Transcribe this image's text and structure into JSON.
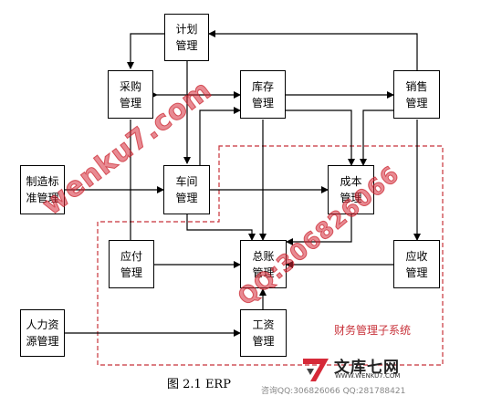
{
  "modules": {
    "plan": [
      "计划",
      "管理"
    ],
    "purchase": [
      "采购",
      "管理"
    ],
    "inventory": [
      "库存",
      "管理"
    ],
    "sales": [
      "销售",
      "管理"
    ],
    "manufacturing_std": [
      "制造标",
      "准管理"
    ],
    "workshop": [
      "车间",
      "管理"
    ],
    "cost": [
      "成本",
      "管理"
    ],
    "payable": [
      "应付",
      "管理"
    ],
    "general_ledger": [
      "总账",
      "管理"
    ],
    "receivable": [
      "应收",
      "管理"
    ],
    "hr": [
      "人力资",
      "源管理"
    ],
    "payroll": [
      "工资",
      "管理"
    ]
  },
  "subsystem_label": "财务管理子系统",
  "caption": "图 2.1 ERP",
  "watermarks": [
    "wenku7.com",
    "QQ:306826066"
  ],
  "logo": {
    "name": "文库七网",
    "url": "WWW.WENKU7.COM"
  },
  "contact_line": "咨询QQ:306826066  QQ:281788421",
  "colors": {
    "line": "#000000",
    "dashed_boundary": "#c8323a",
    "watermark": "#d62938"
  }
}
